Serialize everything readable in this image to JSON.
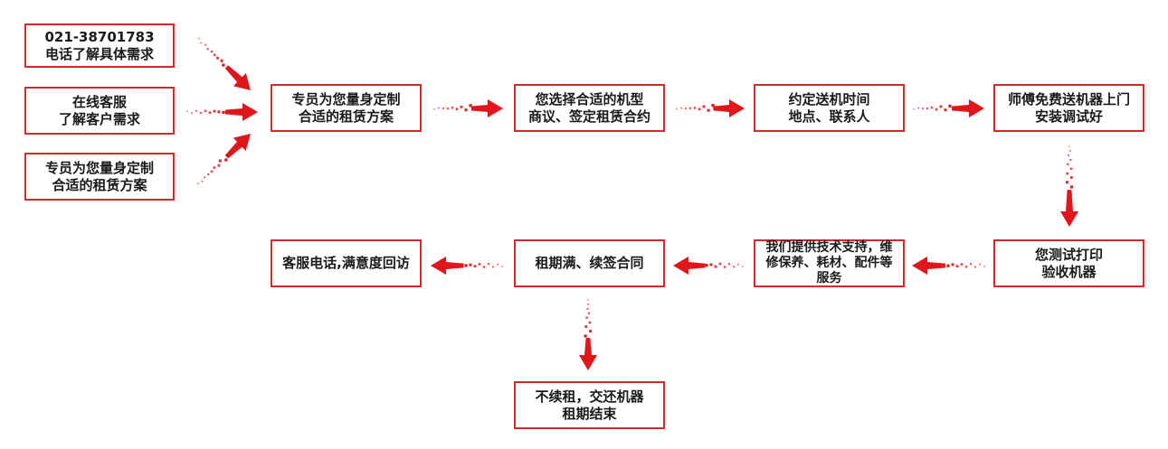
{
  "colors": {
    "accent": "#d42a2a",
    "arrow": "#e0161b",
    "text": "#1a1a1a",
    "background": "#ffffff"
  },
  "steps": {
    "phone": {
      "line1": "021-38701783",
      "line2": "电话了解具体需求"
    },
    "online": {
      "line1": "在线客服",
      "line2": "了解客户需求"
    },
    "specialist": {
      "line1": "专员为您量身定制",
      "line2": "合适的租赁方案"
    },
    "plan": {
      "line1": "专员为您量身定制",
      "line2": "合适的租赁方案"
    },
    "choose": {
      "line1": "您选择合适的机型",
      "line2": "商议、签定租赁合约"
    },
    "schedule": {
      "line1": "约定送机时间",
      "line2": "地点、联系人"
    },
    "install": {
      "line1": "师傅免费送机器上门",
      "line2": "安装调试好"
    },
    "test": {
      "line1": "您测试打印",
      "line2": "验收机器"
    },
    "support": {
      "line1": "我们提供技术支持，维",
      "line2": "修保养、耗材、配件等",
      "line3": "服务"
    },
    "renew": {
      "line1": "租期满、续签合同"
    },
    "followup": {
      "line1": "客服电话,满意度回访"
    },
    "end": {
      "line1": "不续租，交还机器",
      "line2": "租期结束"
    }
  }
}
